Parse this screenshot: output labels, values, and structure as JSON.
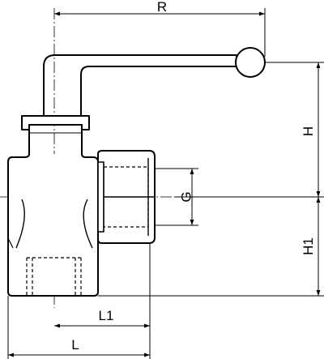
{
  "diagram": {
    "labels": {
      "R": "R",
      "H": "H",
      "G": "G",
      "H1": "H1",
      "L1": "L1",
      "L": "L"
    },
    "colors": {
      "stroke": "#000000",
      "background": "#ffffff"
    }
  }
}
